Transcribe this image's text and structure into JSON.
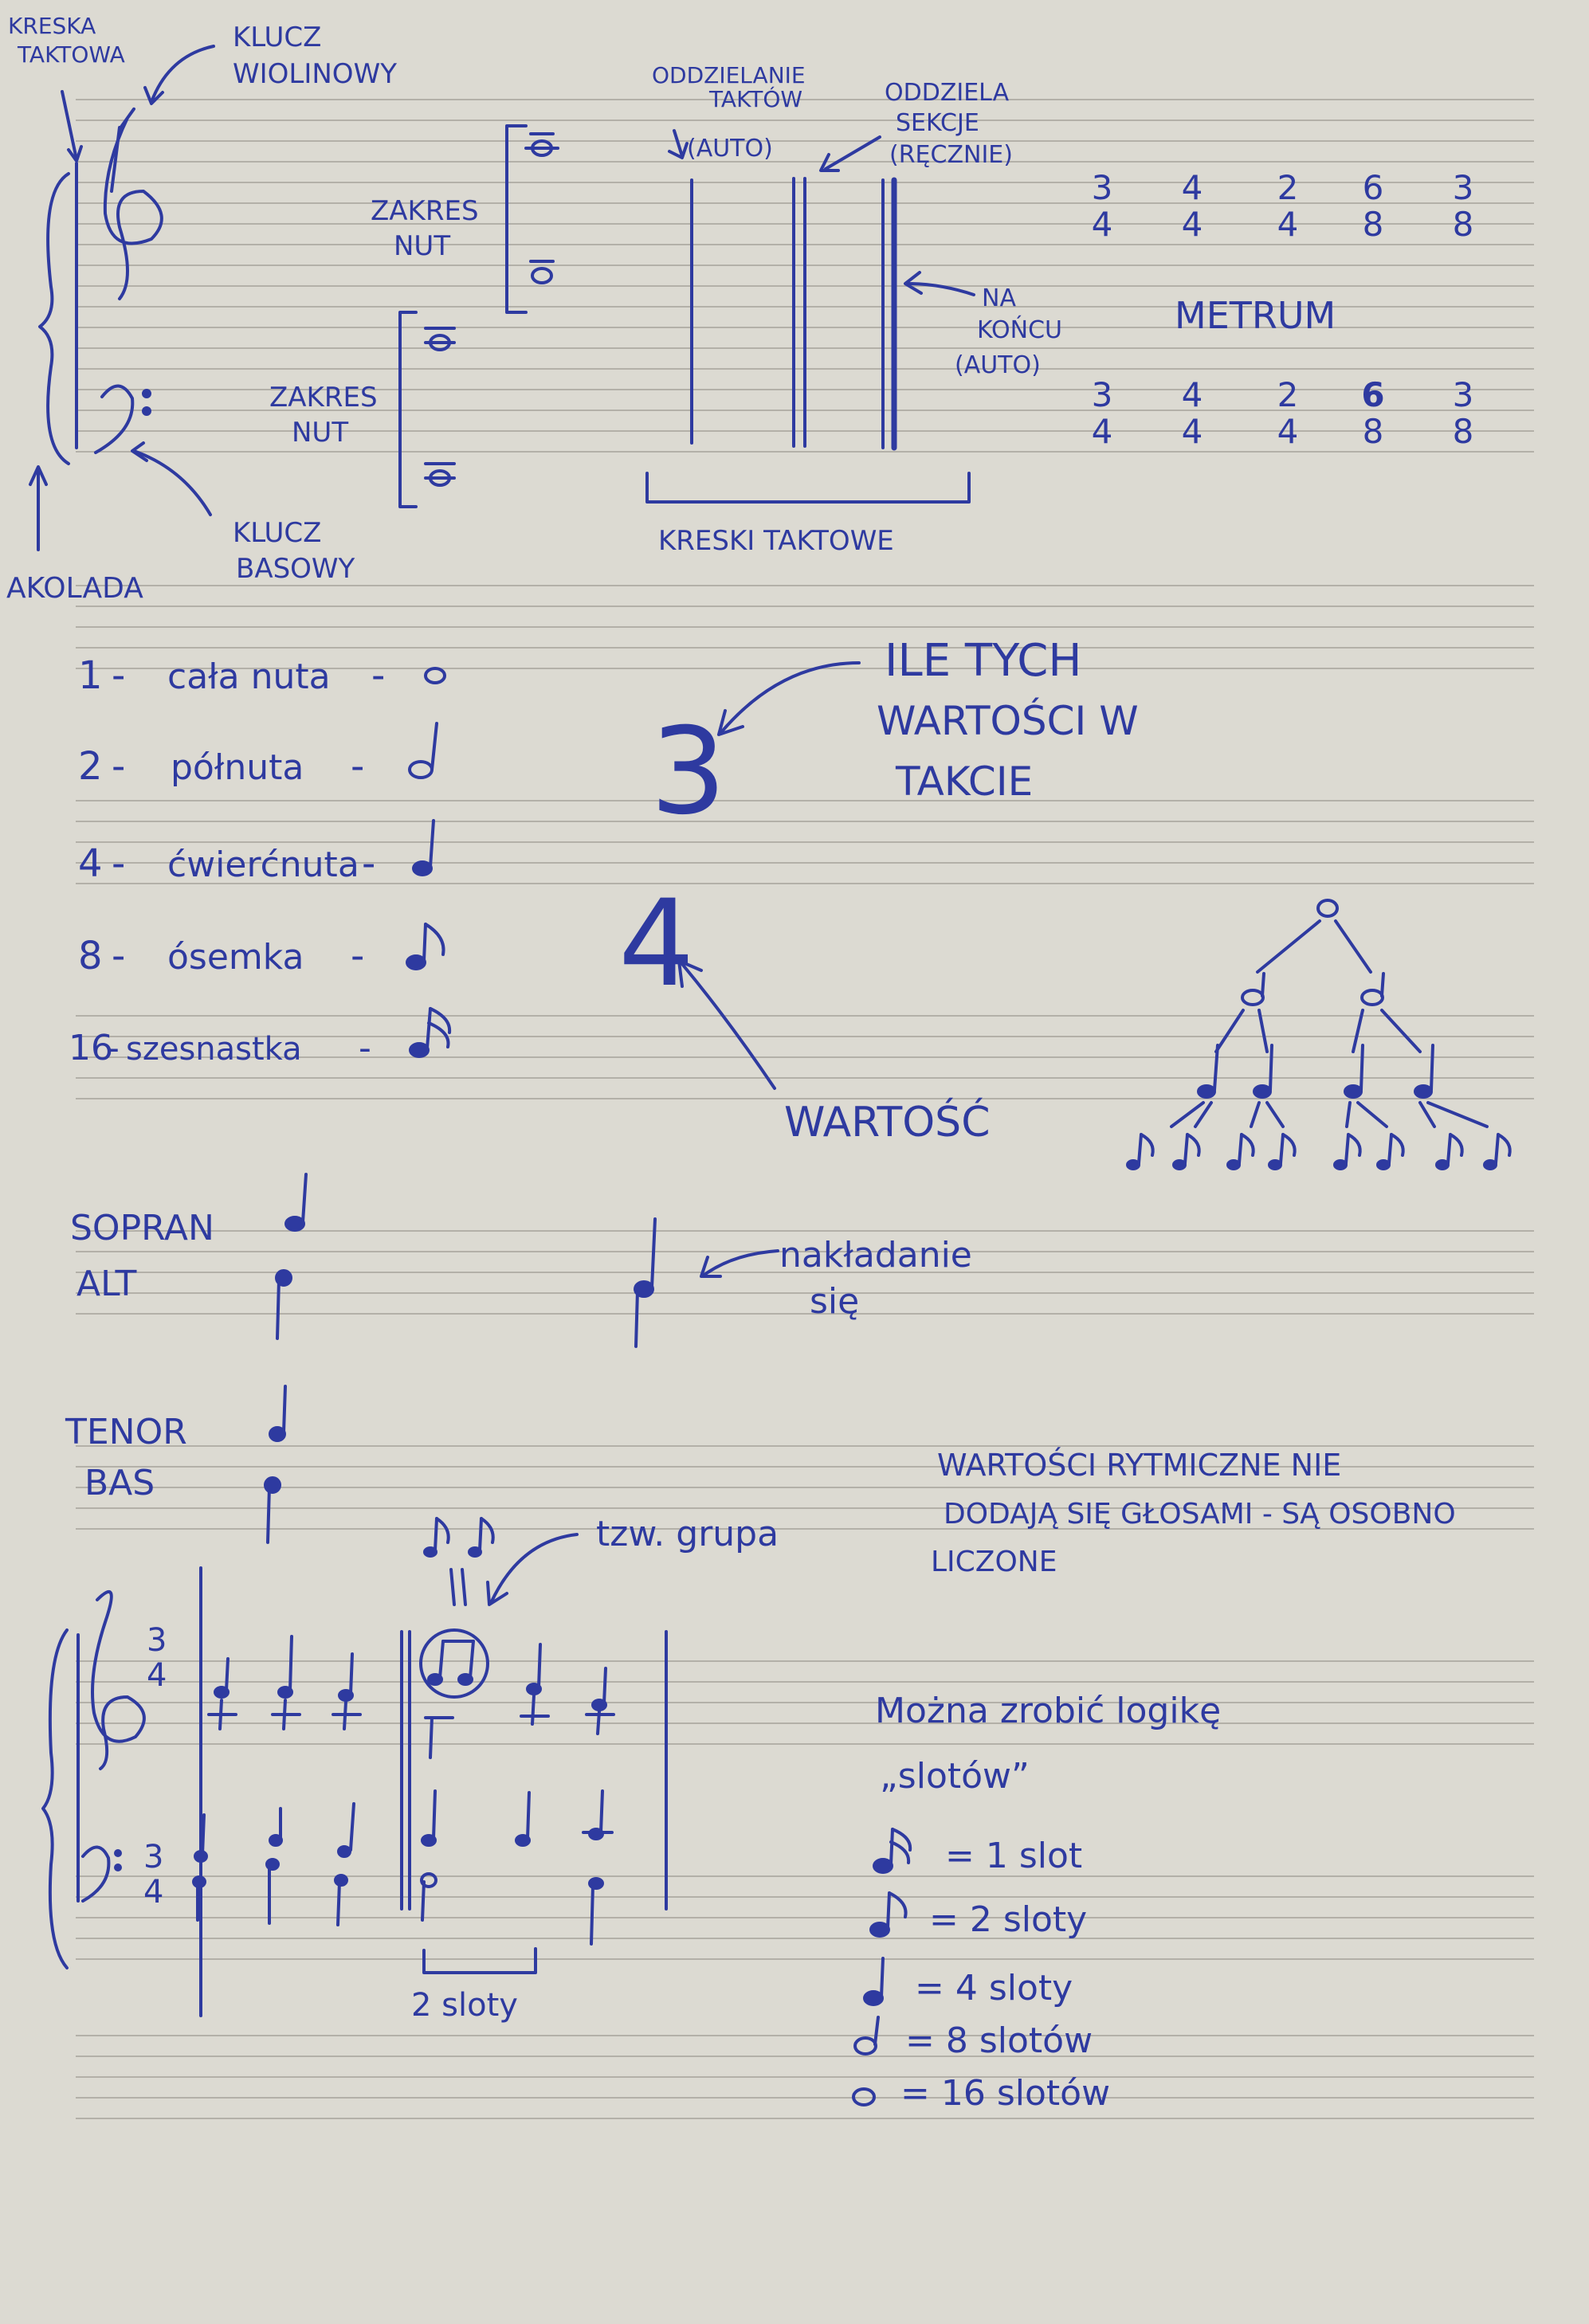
{
  "colors": {
    "ink": "#2e3aa0",
    "paper": "#dcdad2",
    "staff_lines": "#b3b0a8",
    "background": "#c4c1b6"
  },
  "labels": {
    "kreska_taktowa": [
      "KRESKA",
      "TAKTOWA"
    ],
    "klucz_wiolinowy": [
      "KLUCZ",
      "WIOLINOWY"
    ],
    "klucz_basowy": [
      "KLUCZ",
      "BASOWY"
    ],
    "akolada": "AKOLADA",
    "zakres_nut_1": [
      "ZAKRES",
      "NUT"
    ],
    "zakres_nut_2": [
      "ZAKRES",
      "NUT"
    ],
    "oddzielanie": [
      "ODDZIELANIE",
      "TAKTÓW",
      "(AUTO)"
    ],
    "oddziela": [
      "ODDZIELA",
      "SEKCJE",
      "(RĘCZNIE)"
    ],
    "na_koncu": [
      "NA",
      "KOŃCU",
      "(AUTO)"
    ],
    "kreski_taktowe": "KRESKI TAKTOWE",
    "metrum": "METRUM",
    "ile_tych": [
      "ILE TYCH",
      "WARTOŚCI W",
      "TAKCIE"
    ],
    "wartosc": "WARTOŚĆ",
    "nakladanie": [
      "nakładanie",
      "się"
    ],
    "glosy": [
      "SOPRAN",
      "ALT",
      "TENOR",
      "BAS"
    ],
    "tzw_grupa": "tzw. grupa",
    "wartosci_rytmiczne": [
      "WARTOŚCI RYTMICZNE NIE",
      "DODAJĄ SIĘ GŁOSAMI - SĄ OSOBNO",
      "LICZONE"
    ],
    "dwa_sloty": "2 sloty",
    "logika_slotow": [
      "Można zrobić logikę",
      "„slotów”"
    ]
  },
  "time_signatures": {
    "top_row": [
      {
        "num": "3",
        "den": "4"
      },
      {
        "num": "4",
        "den": "4"
      },
      {
        "num": "2",
        "den": "4"
      },
      {
        "num": "6",
        "den": "8"
      },
      {
        "num": "3",
        "den": "8"
      }
    ],
    "bottom_row": [
      {
        "num": "3",
        "den": "4"
      },
      {
        "num": "4",
        "den": "4"
      },
      {
        "num": "2",
        "den": "4"
      },
      {
        "num": "6",
        "den": "8"
      },
      {
        "num": "3",
        "den": "8"
      }
    ]
  },
  "example_signature": {
    "num": "3",
    "den": "4"
  },
  "big_signature": {
    "num": "3",
    "den": "4"
  },
  "note_values": [
    {
      "number": "1",
      "name": "cała nuta",
      "glyph": "whole-note-icon"
    },
    {
      "number": "2",
      "name": "półnuta",
      "glyph": "half-note-icon"
    },
    {
      "number": "4",
      "name": "ćwierćnuta",
      "glyph": "quarter-note-icon"
    },
    {
      "number": "8",
      "name": "ósemka",
      "glyph": "eighth-note-icon"
    },
    {
      "number": "16",
      "name": "szesnastka",
      "glyph": "sixteenth-note-icon"
    }
  ],
  "slots": [
    {
      "glyph": "sixteenth-note-icon",
      "text": "= 1 slot"
    },
    {
      "glyph": "eighth-note-icon",
      "text": "= 2 sloty"
    },
    {
      "glyph": "quarter-note-icon",
      "text": "= 4 sloty"
    },
    {
      "glyph": "half-note-icon",
      "text": "= 8 slotów"
    },
    {
      "glyph": "whole-note-icon",
      "text": "= 16 slotów"
    }
  ]
}
